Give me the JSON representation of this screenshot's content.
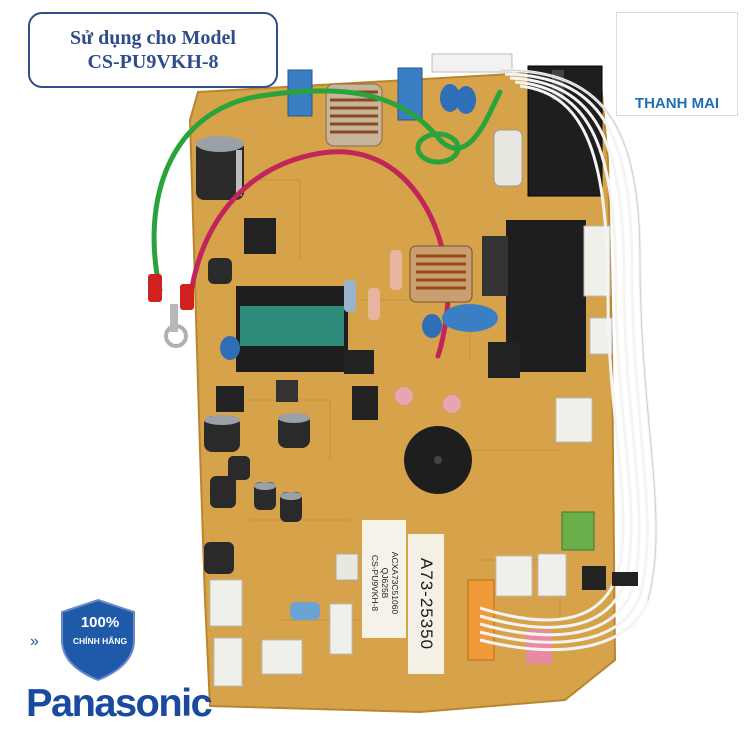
{
  "model_box": {
    "line1": "Sử dụng cho Model",
    "line2": "CS-PU9VKH-8"
  },
  "store_logo": {
    "name": "THANH MAI",
    "colors": {
      "blue": "#1f6fb5",
      "orange": "#f08a1c"
    }
  },
  "badge": {
    "percent": "100%",
    "text": "CHÍNH HÃNG",
    "color": "#1f5aa8"
  },
  "brand": {
    "name": "Panasonic",
    "color": "#1a4aa0"
  },
  "board": {
    "sticker_lines": [
      "ACXA73C51060",
      "QJ625B",
      "CS-PU9VKH-8"
    ],
    "part_code": "A73-25350",
    "colors": {
      "pcb": "#d9a84c",
      "relay": "#222222",
      "transformer": "#2e8b7a"
    }
  }
}
